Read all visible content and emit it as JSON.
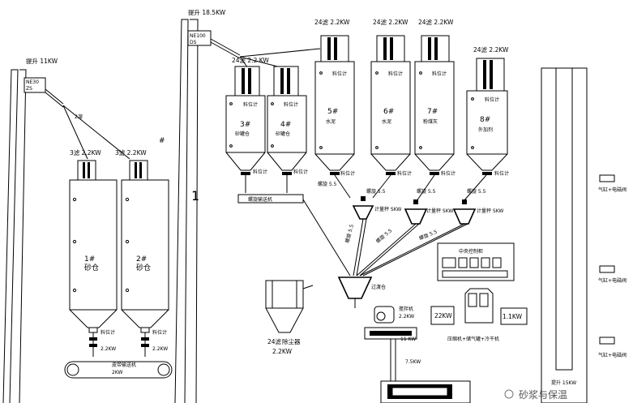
{
  "elevator_left": {
    "motor": "提升 11KW",
    "model": "NE30",
    "model2": "ZS"
  },
  "elevator_mid": {
    "motor": "提升 18.5KW",
    "model": "NE100",
    "model2": "DS",
    "number": "1"
  },
  "elevator_right": {
    "motor": "提升 15KW"
  },
  "sand_silos": [
    {
      "motor": "3滤 2.2KW",
      "label1": "1#",
      "label2": "砂仓"
    },
    {
      "motor": "3滤 2.2KW",
      "label1": "2#",
      "label2": "砂仓"
    }
  ],
  "sand_mark": "#",
  "belt": {
    "label": "皮带输送机",
    "motor": "2.2KW",
    "motor_lbl": "2KW"
  },
  "screw": "螺旋输送机",
  "small_silos": [
    {
      "motor": "24滤  2.2 KW",
      "label1": "3#",
      "label2": "砂罐仓"
    },
    {
      "motor": "24滤  2.2 KW",
      "label1": "4#",
      "label2": "砂罐仓"
    }
  ],
  "large_silos": [
    {
      "motor": "24滤 2.2KW",
      "label1": "5#",
      "label2": "水泥"
    },
    {
      "motor": "24滤 2.2KW",
      "label1": "6#",
      "label2": "水泥"
    },
    {
      "motor": "24滤 2.2KW",
      "label1": "7#",
      "label2": "粉煤灰"
    },
    {
      "motor": "24滤 2.2KW",
      "label1": "8#",
      "label2": "外加剂"
    }
  ],
  "valve": "料位计",
  "small_screw": "螺旋 5.5",
  "scale": "计量秤 SKW",
  "pipe_labels": [
    "螺旋 5.5",
    "螺旋 5.5",
    "螺旋 5.5"
  ],
  "hopper": "过渡仓",
  "dust": {
    "label1": "24滤",
    "label2": "除尘器",
    "motor": "2.2KW"
  },
  "control_panel": "中央控制柜",
  "mixer": {
    "label": "搅拌机",
    "motor": "2.2KW"
  },
  "mixer_motor": "11 KW",
  "box_22": "22KW",
  "box_11": "1.1KW",
  "compressor": "压缩机+储气罐+冷干机",
  "bottom_motor": "7.5KW",
  "air_cylinders": [
    "气缸+电磁阀",
    "气缸+电磁阀",
    "气缸+电磁阀"
  ],
  "watermark": "砂浆与保温"
}
